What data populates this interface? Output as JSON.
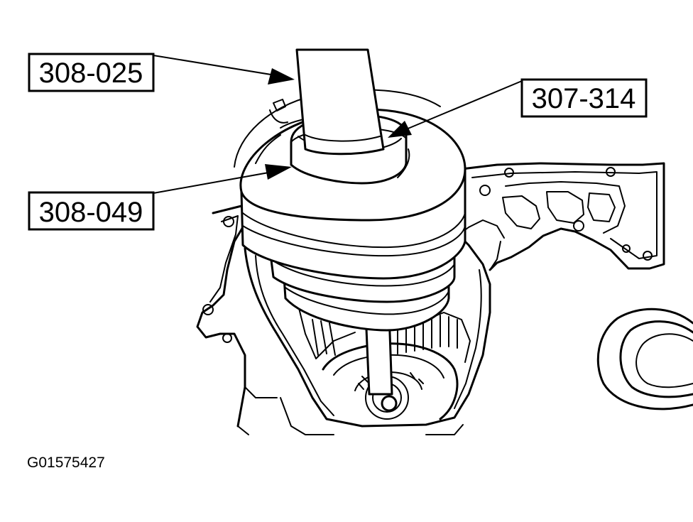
{
  "callouts": {
    "tool_308_025": "308-025",
    "tool_307_314": "307-314",
    "tool_308_049": "308-049"
  },
  "figure_id": "G01575427"
}
